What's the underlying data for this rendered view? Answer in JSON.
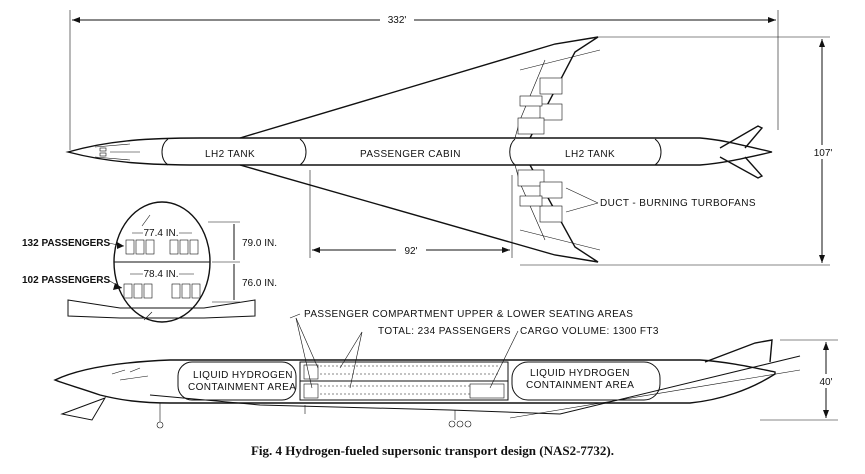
{
  "caption": "Fig. 4 Hydrogen-fueled supersonic transport design (NAS2-7732).",
  "dimensions": {
    "length": "332'",
    "span": "107'",
    "wing_offset": "92'",
    "height": "40'",
    "upper_cabin_height": "79.0 IN.",
    "lower_cabin_height": "76.0 IN.",
    "upper_cabin_width": "77.4 IN.",
    "lower_cabin_width": "78.4 IN."
  },
  "plan_view": {
    "forward_tank": "LH2 TANK",
    "cabin": "PASSENGER CABIN",
    "aft_tank": "LH2 TANK",
    "engines": "DUCT - BURNING TURBOFANS"
  },
  "cross_section": {
    "upper_passengers": "132 PASSENGERS",
    "lower_passengers": "102 PASSENGERS"
  },
  "side_view": {
    "compartment_note": "PASSENGER COMPARTMENT UPPER & LOWER SEATING AREAS",
    "total": "TOTAL: 234 PASSENGERS",
    "cargo": "CARGO VOLUME: 1300 FT3",
    "fwd_containment_1": "LIQUID HYDROGEN",
    "fwd_containment_2": "CONTAINMENT AREA",
    "aft_containment_1": "LIQUID HYDROGEN",
    "aft_containment_2": "CONTAINMENT AREA"
  }
}
